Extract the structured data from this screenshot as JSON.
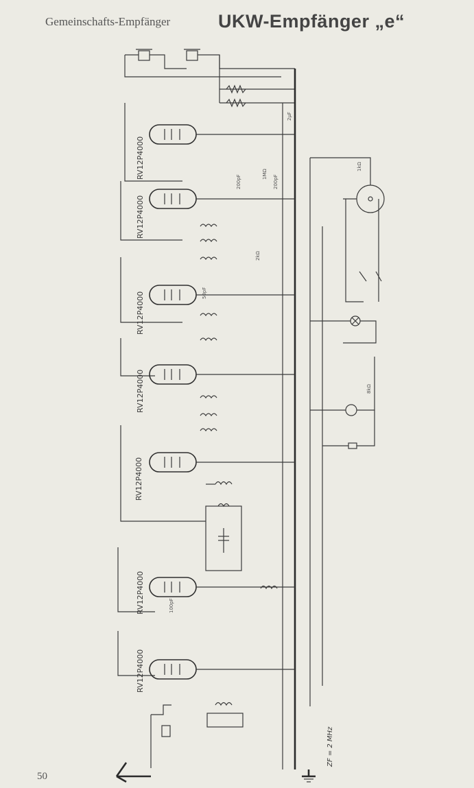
{
  "header": {
    "left_text": "Gemeinschafts-Empfänger",
    "right_text": "UKW-Empfänger „e“"
  },
  "page_number": "50",
  "tubes": [
    {
      "label": "RV12P4000"
    },
    {
      "label": "RV12P4000"
    },
    {
      "label": "RV12P4000"
    },
    {
      "label": "RV12P4000"
    },
    {
      "label": "RV12P4000"
    },
    {
      "label": "RV12P4000"
    },
    {
      "label": "RV12P4000"
    }
  ],
  "if_label": "ZF = 2 MHz",
  "components": {
    "c_200pf_a": "200pF",
    "c_200pf_b": "200pF",
    "c_100pf": "100pF",
    "c_50pf": "50pF",
    "r_1mohm": "1MΩ",
    "r_1kohm": "1kΩ",
    "r_2kohm": "2kΩ",
    "r_8kohm": "8kΩ",
    "c_2uf": "2µF"
  }
}
